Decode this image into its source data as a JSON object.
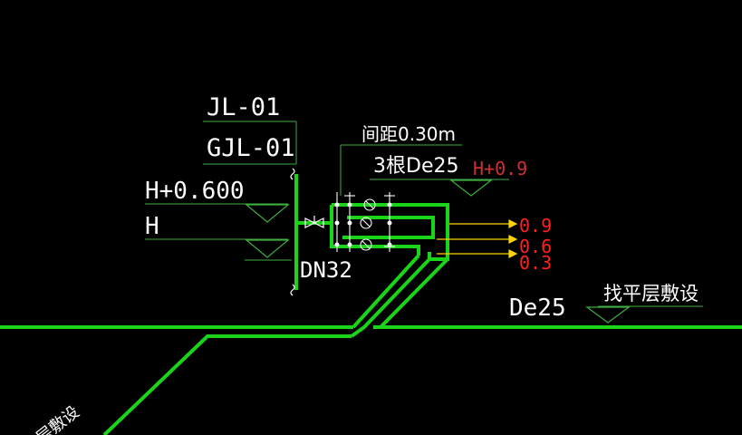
{
  "labels": {
    "jl": "JL-01",
    "gjl": "GJL-01",
    "elev_h600": "H+0.600",
    "elev_h": "H",
    "dn": "DN32",
    "spacing": "间距0.30m",
    "count": "3根De25",
    "elev_h09": "H+0.9",
    "out_09": "0.9",
    "out_06": "0.6",
    "out_03": "0.3",
    "pipe": "De25",
    "floor_lay": "找平层敷设",
    "floor_lay_partial": "层敷设"
  },
  "colors": {
    "background": "#000000",
    "text": "#ffffff",
    "pipe": "#19d419",
    "leader": "#3fae3f",
    "arrow": "#ffd400",
    "red_label": "#ff2020",
    "elev_red": "#d03030"
  }
}
